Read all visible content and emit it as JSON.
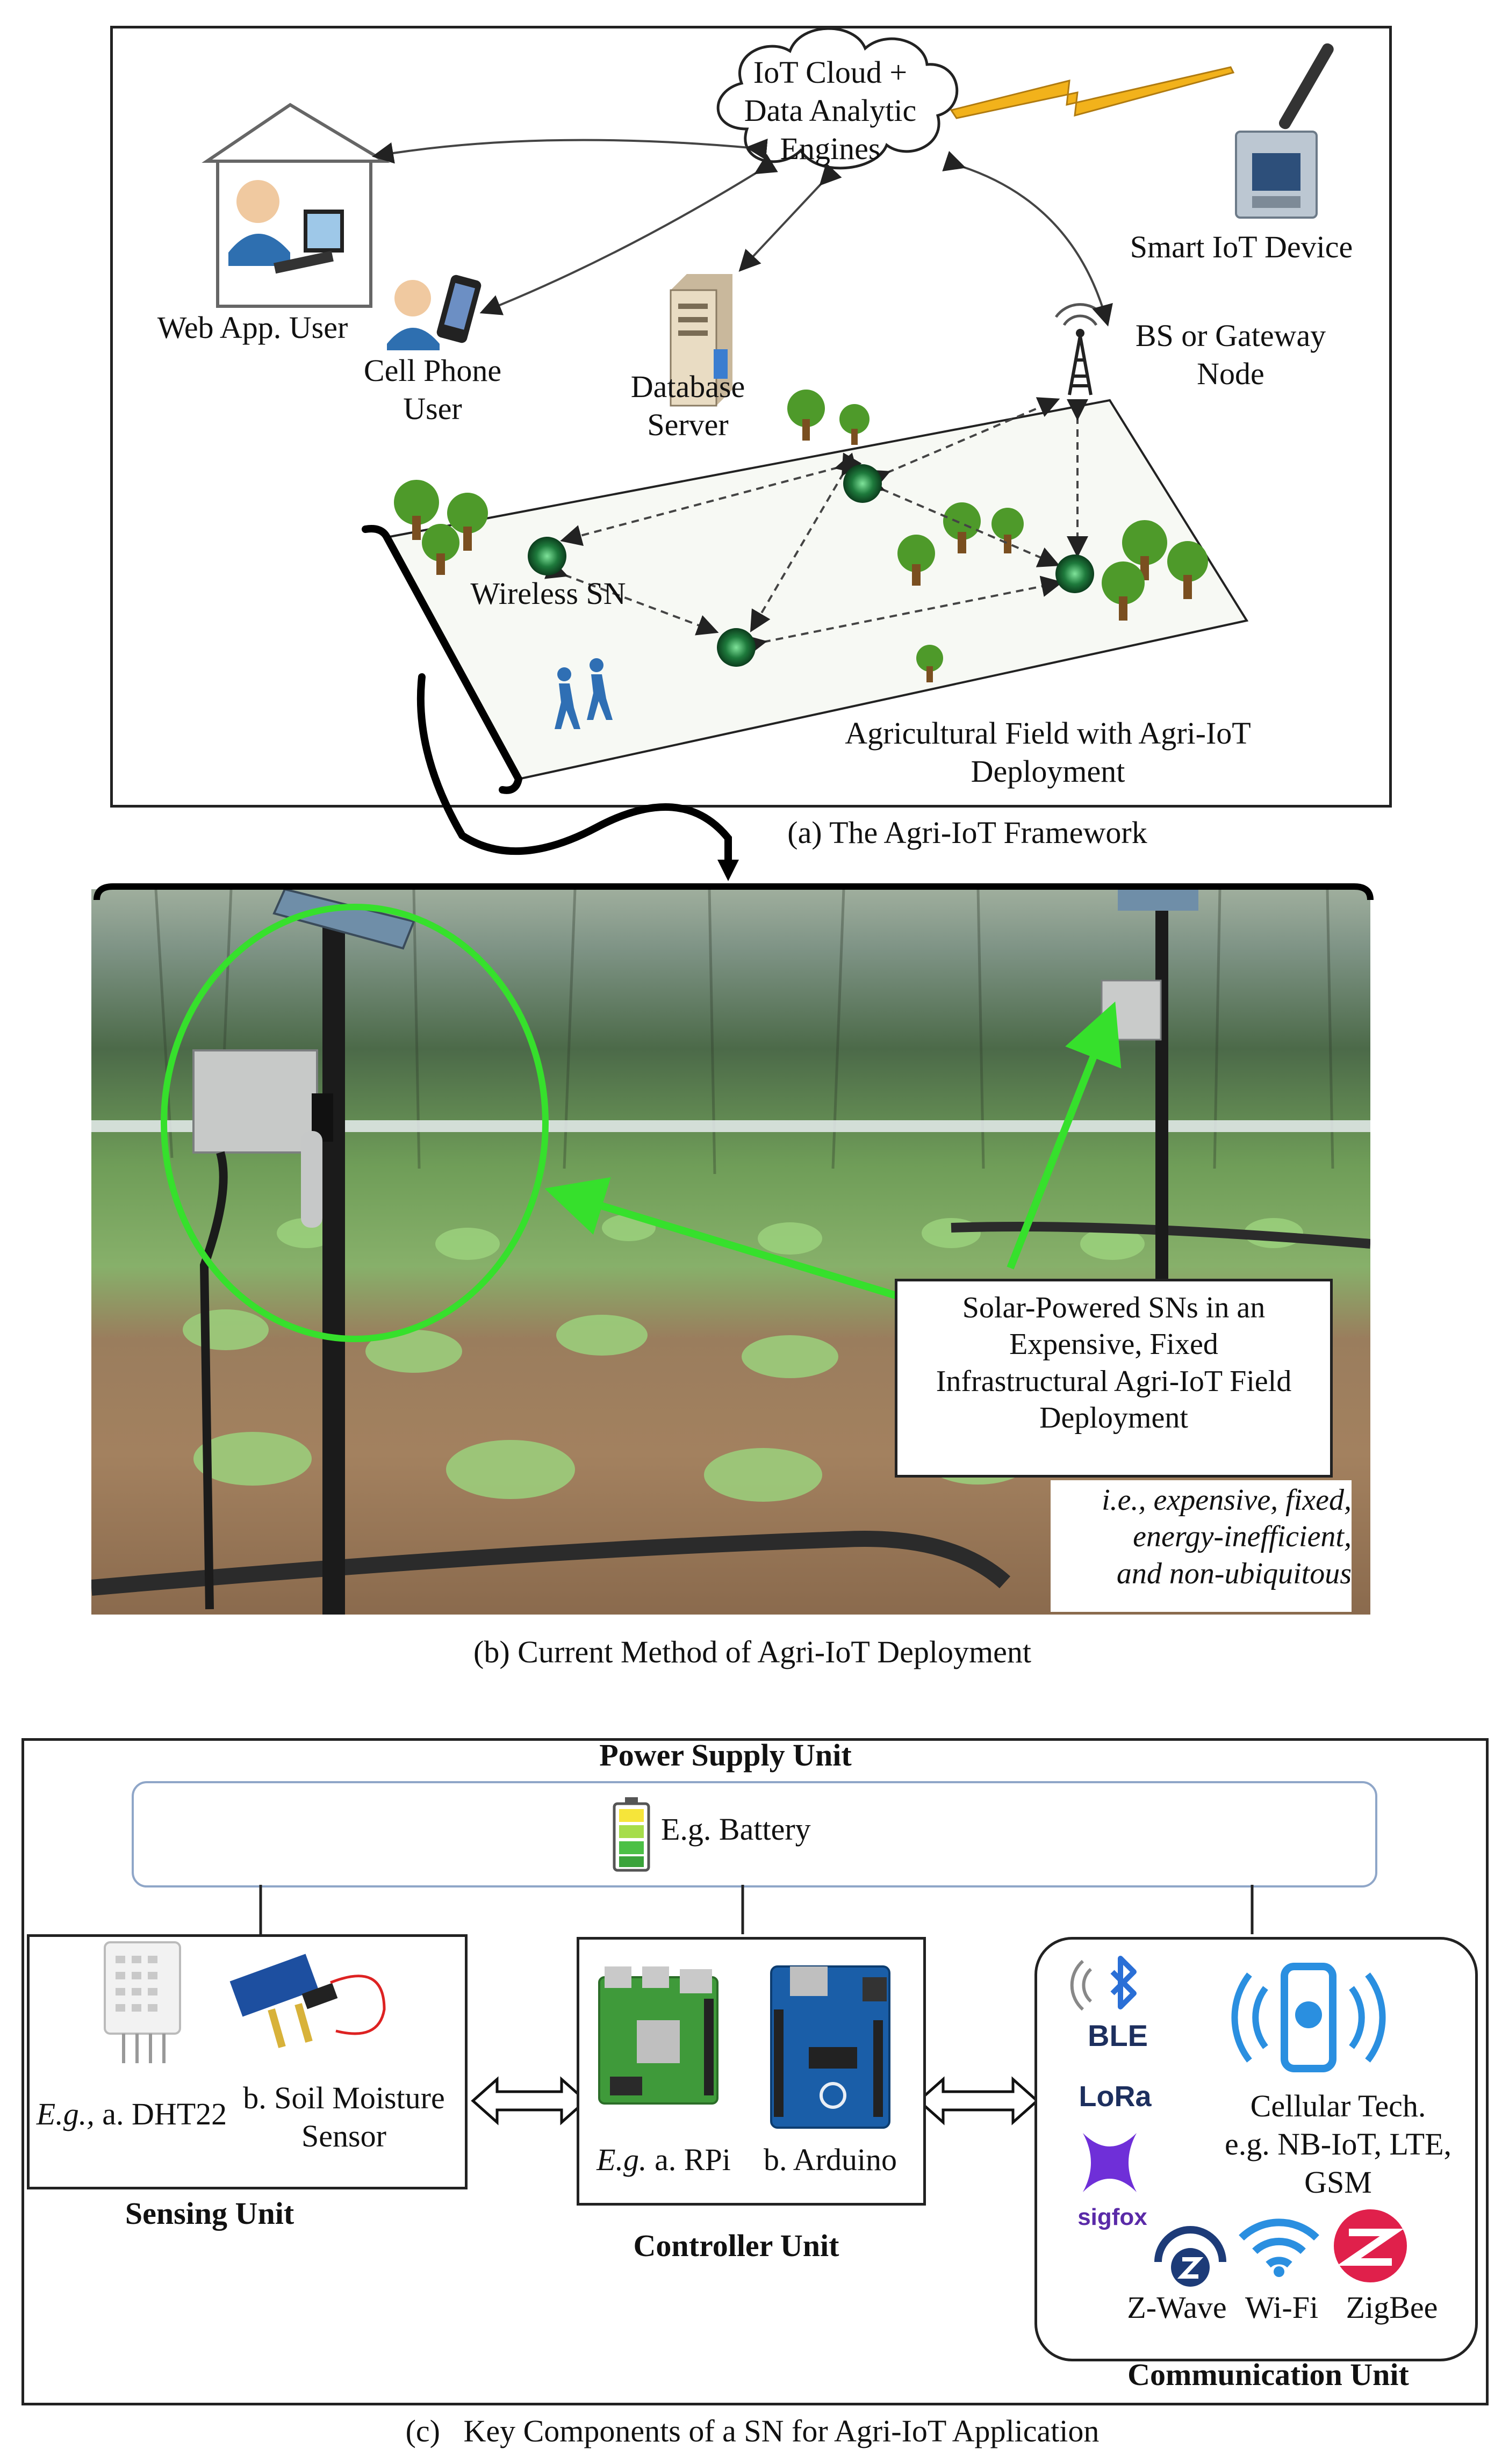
{
  "panel_a": {
    "cloud_label": "IoT Cloud +\nData Analytic\nEngines",
    "smart_device_label": "Smart IoT Device",
    "web_user_label": "Web App. User",
    "cell_user_label": "Cell Phone\nUser",
    "db_label": "Database\nServer",
    "bs_label": "BS or Gateway\nNode",
    "wsn_label": "Wireless SN",
    "field_label": "Agricultural Field with Agri-IoT\nDeployment",
    "caption": "(a) The Agri-IoT Framework"
  },
  "panel_b": {
    "callout": "Solar-Powered SNs in an\nExpensive, Fixed\nInfrastructural Agri-IoT Field\nDeployment",
    "note": "i.e., expensive, fixed,\nenergy-inefficient,\nand non-ubiquitous",
    "caption": "(b) Current Method of Agri-IoT Deployment"
  },
  "panel_c": {
    "power_title": "Power Supply Unit",
    "battery_label": "E.g. Battery",
    "sensing_title": "Sensing Unit",
    "sensor_a_prefix": "E.g.,",
    "sensor_a": " a. DHT22",
    "sensor_b": "b. Soil Moisture\nSensor",
    "controller_title": "Controller Unit",
    "ctrl_a_prefix": "E.g.",
    "ctrl_a": " a. RPi",
    "ctrl_b": "b. Arduino",
    "comm_title": "Communication Unit",
    "ble": "BLE",
    "lora": "LoRa",
    "sigfox": "sigfox",
    "cellular": "Cellular Tech.\ne.g. NB-IoT, LTE,\nGSM",
    "zwave": "Z-Wave",
    "wifi": "Wi-Fi",
    "zigbee": "ZigBee",
    "caption": "(c)   Key Components of a SN for Agri-IoT Application"
  },
  "colors": {
    "highlight_green": "#36e02c",
    "node_green": "#1e7a3c",
    "bolt": "#f2b21b",
    "ble_blue": "#2a6fd6",
    "zigbee_red": "#e0204b",
    "power_box_border": "#8fa6c8"
  }
}
